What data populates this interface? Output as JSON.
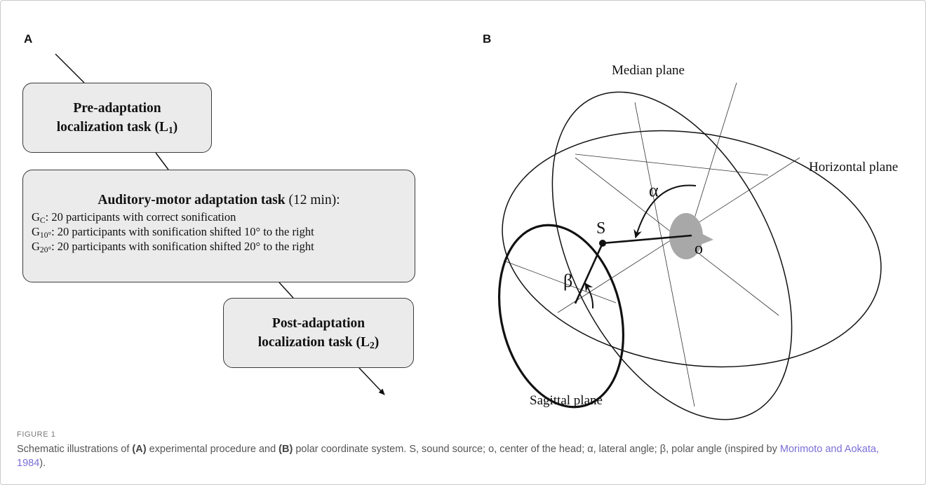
{
  "panel_a": {
    "label": "A",
    "box1": {
      "line1": "Pre-adaptation",
      "line2_main": "localization task (L",
      "line2_sub": "1",
      "line2_end": ")"
    },
    "box2": {
      "title_bold": "Auditory-motor adaptation task",
      "title_rest": " (12 min):",
      "groups": [
        {
          "prefix": "G",
          "sub": "C",
          "text": ": 20 participants with correct sonification"
        },
        {
          "prefix": "G",
          "sub": "10°",
          "text": ": 20 participants with sonification shifted 10° to the right"
        },
        {
          "prefix": "G",
          "sub": "20°",
          "text": ": 20 participants with sonification shifted 20° to the right"
        }
      ]
    },
    "box3": {
      "line1": "Post-adaptation",
      "line2_main": "localization task (L",
      "line2_sub": "2",
      "line2_end": ")"
    }
  },
  "panel_b": {
    "label": "B",
    "median_plane": "Median plane",
    "horizontal_plane": "Horizontal plane",
    "sagittal_plane": "Sagittal plane",
    "alpha": "α",
    "beta": "β",
    "source": "S",
    "origin": "o"
  },
  "caption": {
    "label": "FIGURE 1",
    "t1": "Schematic illustrations of ",
    "a": "(A)",
    "t2": " experimental procedure and ",
    "b": "(B)",
    "t3": " polar coordinate system. S, sound source; o, center of the head; α, lateral angle; β, polar angle (inspired by ",
    "cite": "Morimoto and Aokata, 1984",
    "t4": ")."
  }
}
